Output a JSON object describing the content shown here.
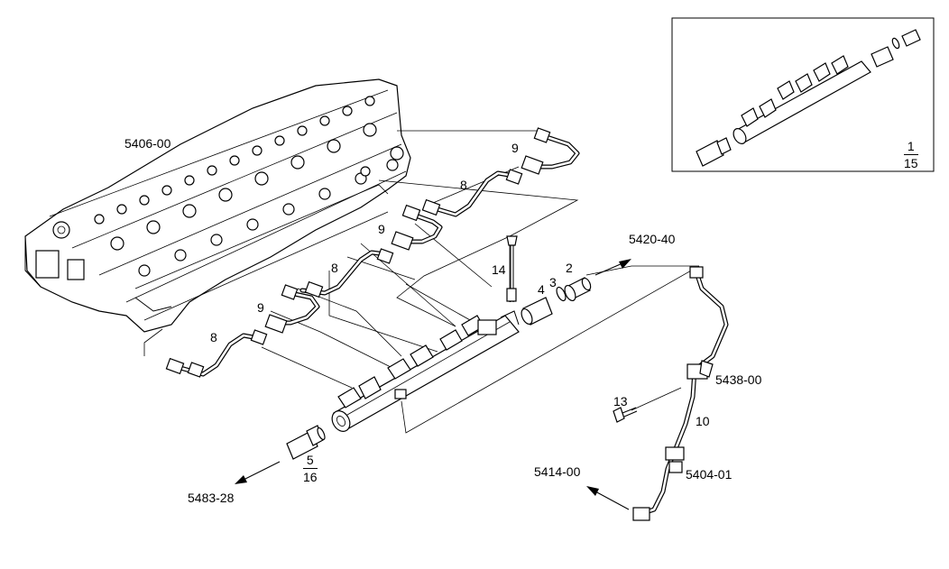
{
  "labels": {
    "head_ref": "5406-00",
    "ref_top_right": "5420-40",
    "ref_right_mid": "5438-00",
    "ref_right_low": "5404-01",
    "ref_bottom_mid": "5414-00",
    "ref_bottom_left": "5483-28",
    "item_2": "2",
    "item_3": "3",
    "item_4": "4",
    "item_8a": "8",
    "item_8b": "8",
    "item_8c": "8",
    "item_9a": "9",
    "item_9b": "9",
    "item_9c": "9",
    "item_10": "10",
    "item_13": "13",
    "item_14": "14"
  },
  "fractions": {
    "sensor": {
      "num": "5",
      "den": "16"
    },
    "inset": {
      "num": "1",
      "den": "15"
    }
  },
  "colors": {
    "ink": "#000000",
    "background": "#ffffff",
    "shade": "#cfcfcf"
  }
}
